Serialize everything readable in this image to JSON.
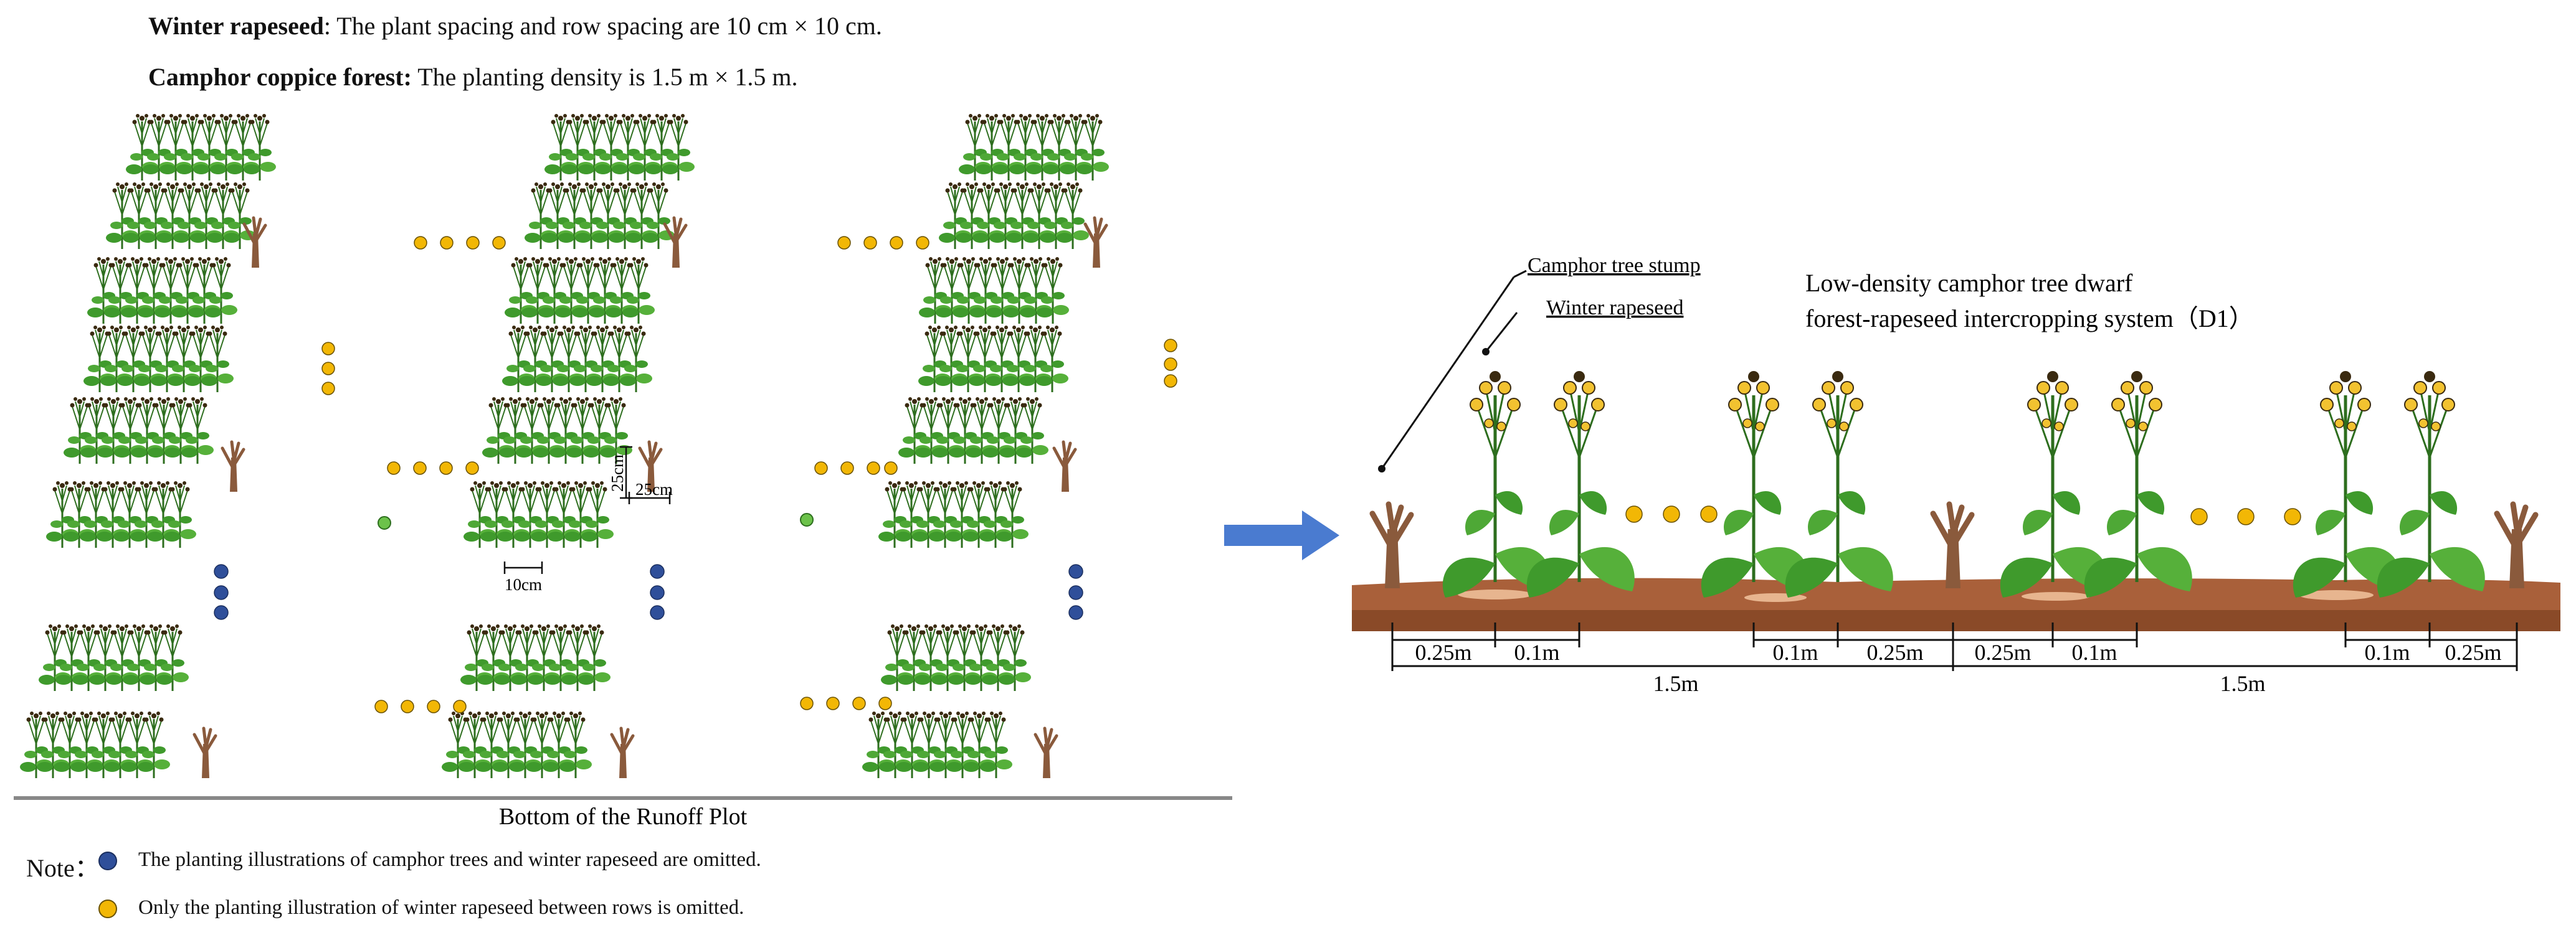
{
  "header": {
    "rapeseed_bold": "Winter rapeseed",
    "rapeseed_text": ": The plant spacing and row spacing are 10 cm × 10 cm.",
    "camphor_bold": "Camphor coppice forest:",
    "camphor_text": " The planting density is 1.5 m × 1.5 m."
  },
  "plan": {
    "dim_25cm_vertical": "25cm",
    "dim_25cm_horizontal": "25cm",
    "dim_10cm": "10cm",
    "bottom_label": "Bottom of the Runoff Plot"
  },
  "notes": {
    "label": "Note：",
    "blue_text": "The planting illustrations of camphor trees and winter rapeseed are omitted.",
    "yellow_text": "Only the planting illustration of winter rapeseed between rows is omitted."
  },
  "section": {
    "stump_label": "Camphor tree stump",
    "rapeseed_label": "Winter rapeseed",
    "title_line1": "Low-density camphor tree dwarf",
    "title_line2": "forest-rapeseed intercropping system（D1）",
    "dims": [
      "0.25m",
      "0.1m",
      "0.1m",
      "0.25m",
      "0.25m",
      "0.1m",
      "0.1m",
      "0.25m"
    ],
    "span_1": "1.5m",
    "span_2": "1.5m"
  },
  "colors": {
    "blue_dot": "#2f4f9a",
    "yellow_dot": "#f2b705",
    "leaf": "#3f9a2c",
    "leaf_light": "#6cc24a",
    "soil": "#a9603a",
    "arrow": "#4a7bd0"
  }
}
